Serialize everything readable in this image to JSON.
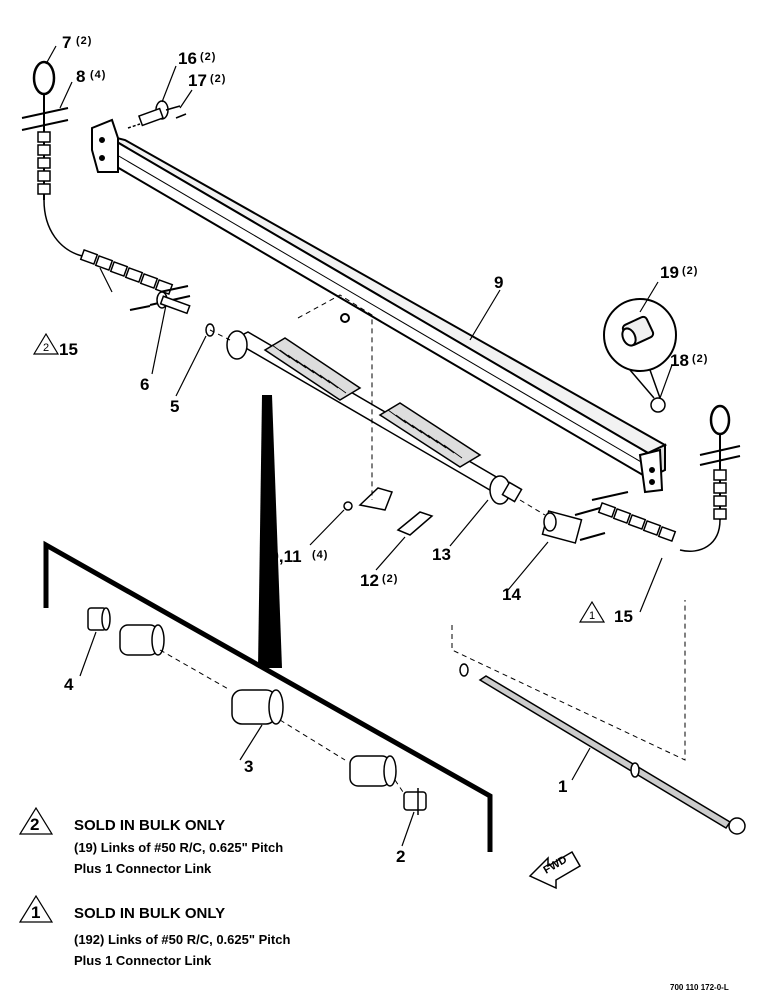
{
  "callouts": {
    "c7": "7",
    "c7_qty": "(2)",
    "c8": "8",
    "c8_qty": "(4)",
    "c16": "16",
    "c16_qty": "(2)",
    "c17": "17",
    "c17_qty": "(2)",
    "c9": "9",
    "c19": "19",
    "c19_qty": "(2)",
    "c18": "18",
    "c18_qty": "(2)",
    "c15_left": "15",
    "c15_left_tri": "2",
    "c6": "6",
    "c5": "5",
    "c10_11": "10,11",
    "c10_11_qty": "(4)",
    "c12": "12",
    "c12_qty": "(2)",
    "c13": "13",
    "c14": "14",
    "c15_right": "15",
    "c15_right_tri": "1",
    "c4": "4",
    "c3": "3",
    "c2": "2",
    "c1": "1"
  },
  "notes": [
    {
      "marker": "2",
      "title": "SOLD IN BULK ONLY",
      "line1": "(19) Links of #50 R/C, 0.625\" Pitch",
      "line2": "Plus 1 Connector Link"
    },
    {
      "marker": "1",
      "title": "SOLD IN BULK ONLY",
      "line1": "(192) Links of #50 R/C, 0.625\" Pitch",
      "line2": "Plus 1 Connector Link"
    }
  ],
  "fwd_label": "FWD",
  "doc_id": "700 110 172-0-L"
}
